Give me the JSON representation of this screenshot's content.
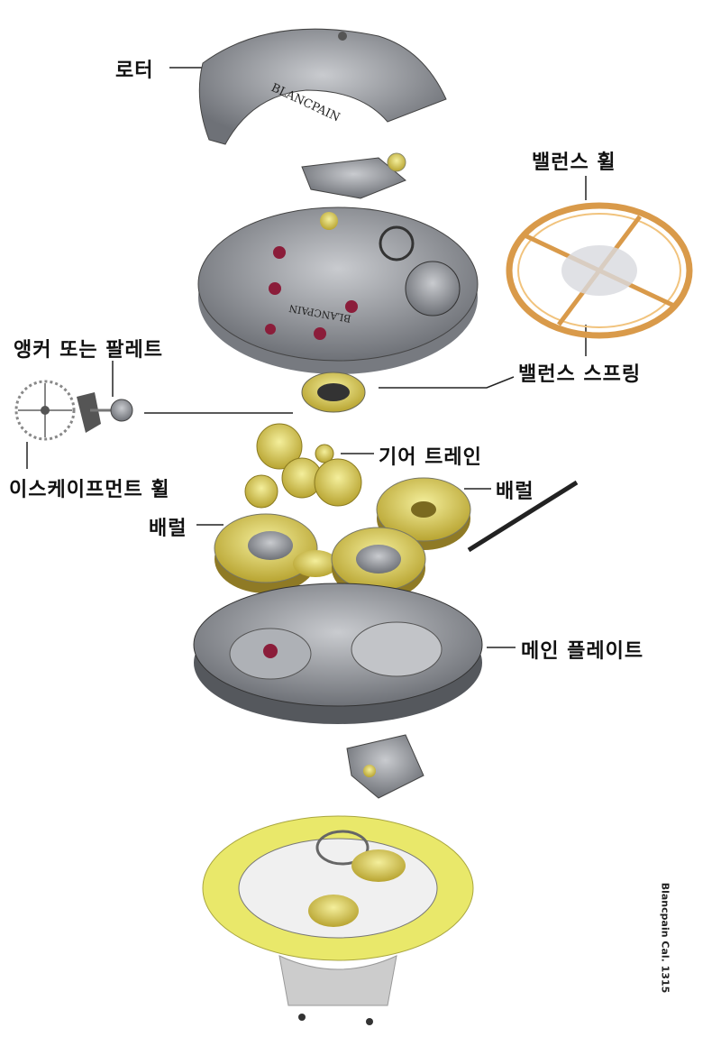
{
  "labels": {
    "rotor": "로터",
    "balance_wheel": "밸런스 휠",
    "anchor": "앵커 또는 팔레트",
    "balance_spring": "밸런스 스프링",
    "gear_train": "기어 트레인",
    "escapement_wheel": "이스케이프먼트 휠",
    "barrel_right": "배럴",
    "barrel_left": "배럴",
    "main_plate": "메인 플레이트"
  },
  "rotor_brand": "BLANCPAIN",
  "bridge_brand": "BLANCPAIN",
  "credit": "Blancpain Cal. 1315",
  "colors": {
    "gold": "#d7b24a",
    "yellow": "#e9e86a",
    "steel": "#8a8d92",
    "ruby": "#8b1d3a",
    "rosegold": "#e0a050"
  }
}
